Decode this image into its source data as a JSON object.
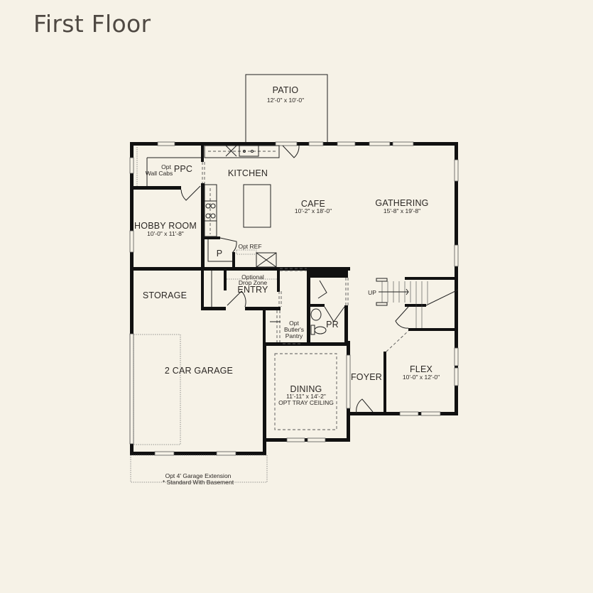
{
  "page": {
    "title": "First Floor"
  },
  "plan": {
    "colors": {
      "background": "#f6f2e7",
      "wall": "#111111",
      "text": "#2b2724",
      "title": "#4f4943"
    },
    "rooms": {
      "patio": {
        "name": "PATIO",
        "dims": "12'-0\" x 10'-0\""
      },
      "ppc": {
        "name": "PPC"
      },
      "kitchen": {
        "name": "KITCHEN"
      },
      "cafe": {
        "name": "CAFE",
        "dims": "10'-2\" x 18'-0\""
      },
      "gathering": {
        "name": "GATHERING",
        "dims": "15'-8\" x 19'-8\""
      },
      "hobby": {
        "name": "HOBBY ROOM",
        "dims": "10'-0\" x 11'-8\""
      },
      "pantry": {
        "name": "P"
      },
      "storage": {
        "name": "STORAGE"
      },
      "entry": {
        "name": "ENTRY"
      },
      "pr": {
        "name": "PR"
      },
      "garage": {
        "name": "2 CAR GARAGE"
      },
      "dining": {
        "name": "DINING",
        "dims": "11'-11\" x 14'-2\"",
        "note": "OPT TRAY CEILING"
      },
      "foyer": {
        "name": "FOYER"
      },
      "flex": {
        "name": "FLEX",
        "dims": "10'-0\" x 12'-0\""
      }
    },
    "notes": {
      "wall_cabs_1": "Opt",
      "wall_cabs_2": "Wall Cabs",
      "opt_ref": "Opt REF",
      "drop_zone_1": "Optional",
      "drop_zone_2": "Drop Zone",
      "butler_1": "Opt",
      "butler_2": "Butler's",
      "butler_3": "Pantry",
      "stairs_up": "UP",
      "garage_ext_1": "Opt 4' Garage Extension",
      "garage_ext_2": "* Standard With Basement"
    }
  }
}
